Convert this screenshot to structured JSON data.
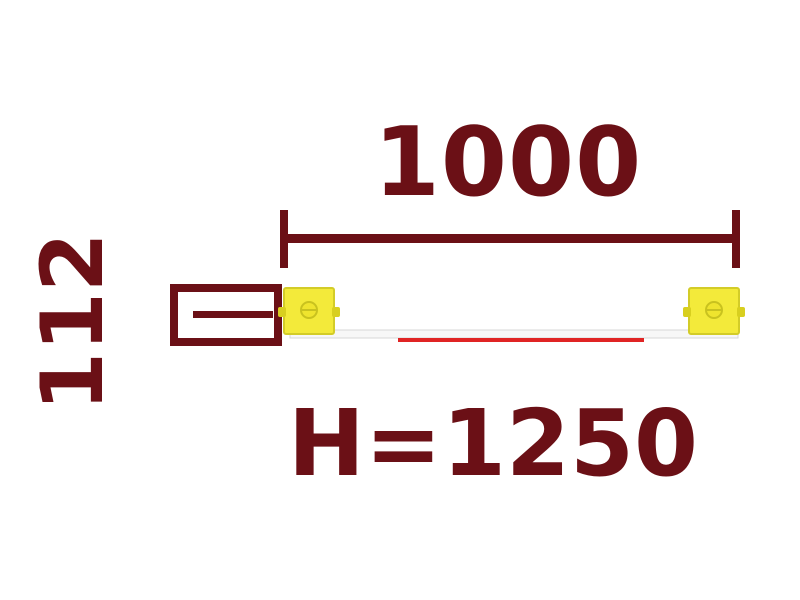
{
  "diagram": {
    "width_label": "1000",
    "depth_label": "112",
    "height_label": "H=1250",
    "colors": {
      "dimension": "#6b1016",
      "bracket": "#f3ea3a",
      "bracket_shadow": "#c9c21f",
      "plank": "#f7f7f7",
      "plank_edge": "#d7d7d7",
      "accent": "#e02424"
    },
    "icons": {
      "left_bracket": "yellow-bracket-icon",
      "right_bracket": "yellow-bracket-icon"
    }
  }
}
